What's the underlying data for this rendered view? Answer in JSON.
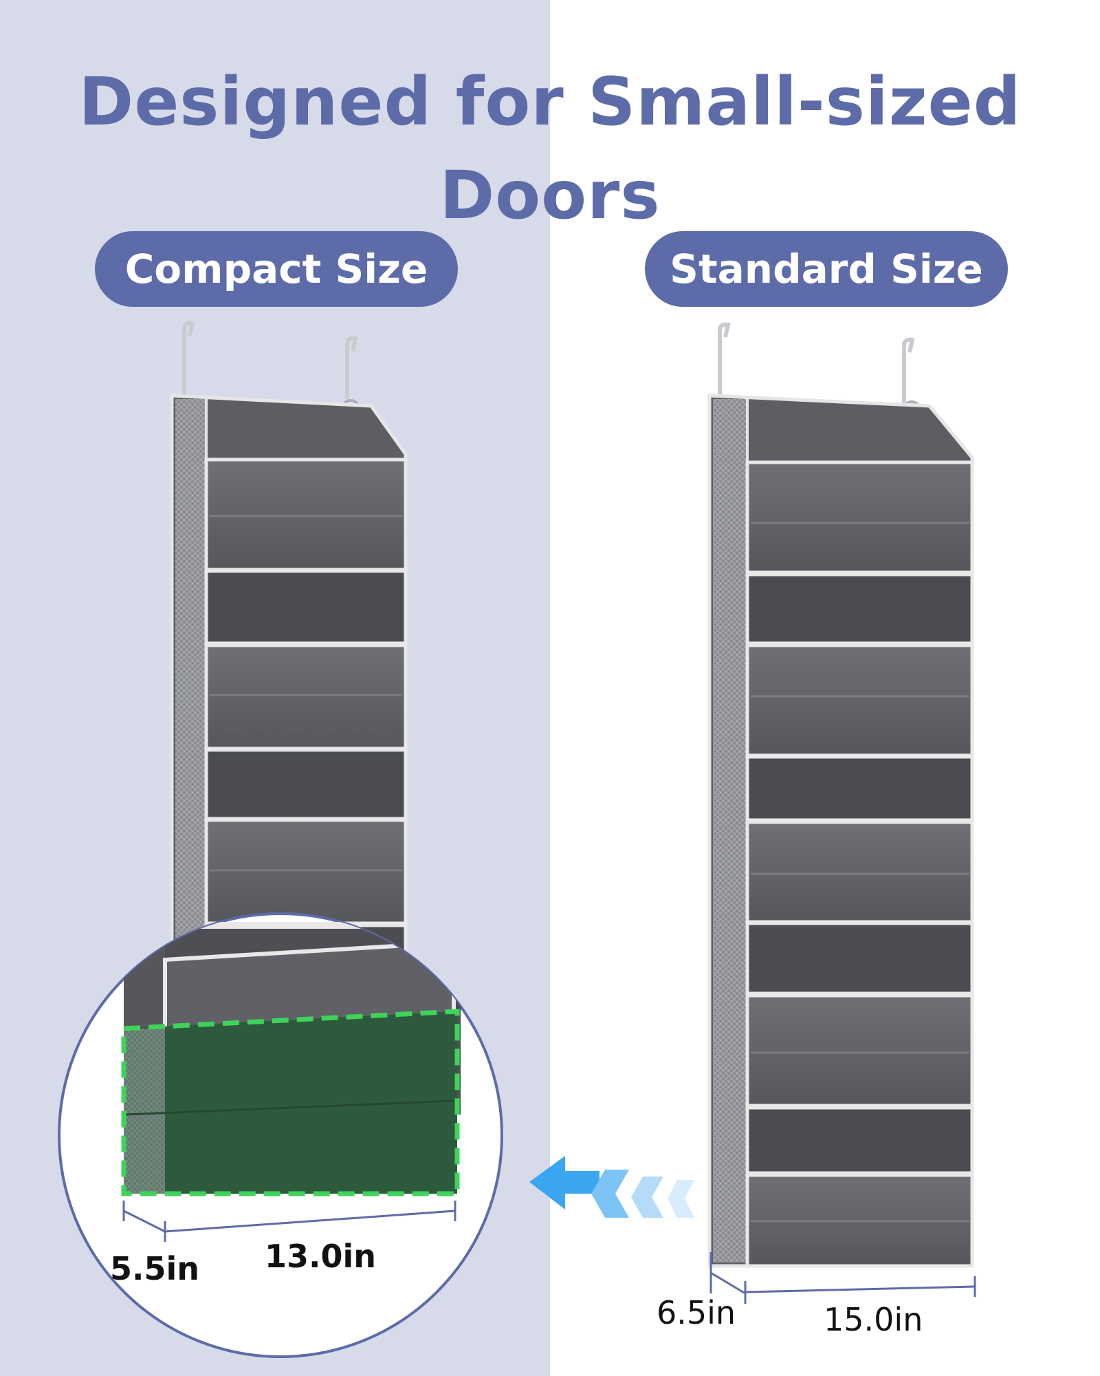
{
  "headline": {
    "line1": "Designed for Small-sized",
    "line2": "Doors"
  },
  "labels": {
    "compact": "Compact Size",
    "standard": "Standard Size"
  },
  "dimensions": {
    "compact": {
      "depth": "5.5in",
      "width": "13.0in"
    },
    "standard": {
      "depth": "6.5in",
      "width": "15.0in"
    }
  },
  "colors": {
    "accent": "#5d6ba8",
    "left_bg": "#d7dbe9",
    "arrow": "#3aa6f0",
    "highlight": "#2d5a3d"
  },
  "icons": [
    "over-door-hook-icon",
    "left-arrow-icon"
  ]
}
